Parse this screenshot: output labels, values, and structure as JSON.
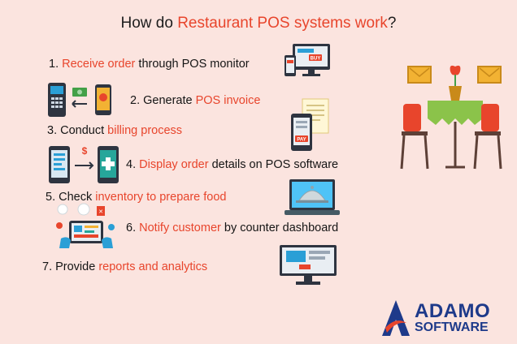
{
  "title": {
    "pre": "How do ",
    "highlight": "Restaurant POS systems work",
    "post": "?"
  },
  "steps": [
    {
      "num": "1. ",
      "highlight": "Receive order",
      "rest": " through POS monitor"
    },
    {
      "num": "2. Generate ",
      "highlight": "POS invoice",
      "rest": ""
    },
    {
      "num": "3. Conduct ",
      "highlight": "billing process",
      "rest": ""
    },
    {
      "num": "4. ",
      "highlight": "Display order",
      "rest": " details on POS software"
    },
    {
      "num": "5. Check ",
      "highlight": "inventory to prepare food",
      "rest": ""
    },
    {
      "num": "6. ",
      "highlight": "Notify customer",
      "rest": " by counter dashboard"
    },
    {
      "num": "7. Provide ",
      "highlight": "reports and analytics",
      "rest": ""
    }
  ],
  "icons": {
    "buy_label": "BUY",
    "pay_label": "PAY",
    "dollar": "$"
  },
  "brand": {
    "name": "ADAMO",
    "sub": "SOFTWARE"
  },
  "colors": {
    "background": "#fbe4df",
    "highlight": "#e8452c",
    "brand_blue": "#1e3a8a",
    "brand_red": "#e8452c"
  }
}
